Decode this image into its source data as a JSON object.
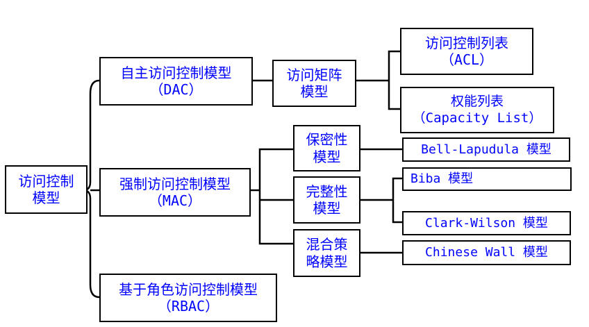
{
  "colors": {
    "text": "#0000ff",
    "border": "#000000",
    "line": "#000000",
    "background": "#ffffff"
  },
  "nodes": {
    "root": {
      "line1": "访问控制",
      "line2": "模型"
    },
    "dac": {
      "line1": "自主访问控制模型",
      "line2": "（DAC）"
    },
    "mac": {
      "line1": "强制访问控制模型",
      "line2": "（MAC）"
    },
    "rbac": {
      "line1": "基于角色访问控制模型",
      "line2": "（RBAC）"
    },
    "matrix": {
      "line1": "访问矩阵",
      "line2": "模型"
    },
    "acl": {
      "line1": "访问控制列表",
      "line2": "（ACL）"
    },
    "capability": {
      "line1": "权能列表",
      "line2": "（Capacity List）"
    },
    "confidentiality": {
      "line1": "保密性",
      "line2": "模型"
    },
    "integrity": {
      "line1": "完整性",
      "line2": "模型"
    },
    "hybrid": {
      "line1": "混合策",
      "line2": "略模型"
    },
    "bell": {
      "label": "Bell-Lapudula 模型"
    },
    "biba": {
      "label": "Biba 模型"
    },
    "clark": {
      "label": "Clark-Wilson 模型"
    },
    "chinese": {
      "label": "Chinese Wall 模型"
    }
  }
}
